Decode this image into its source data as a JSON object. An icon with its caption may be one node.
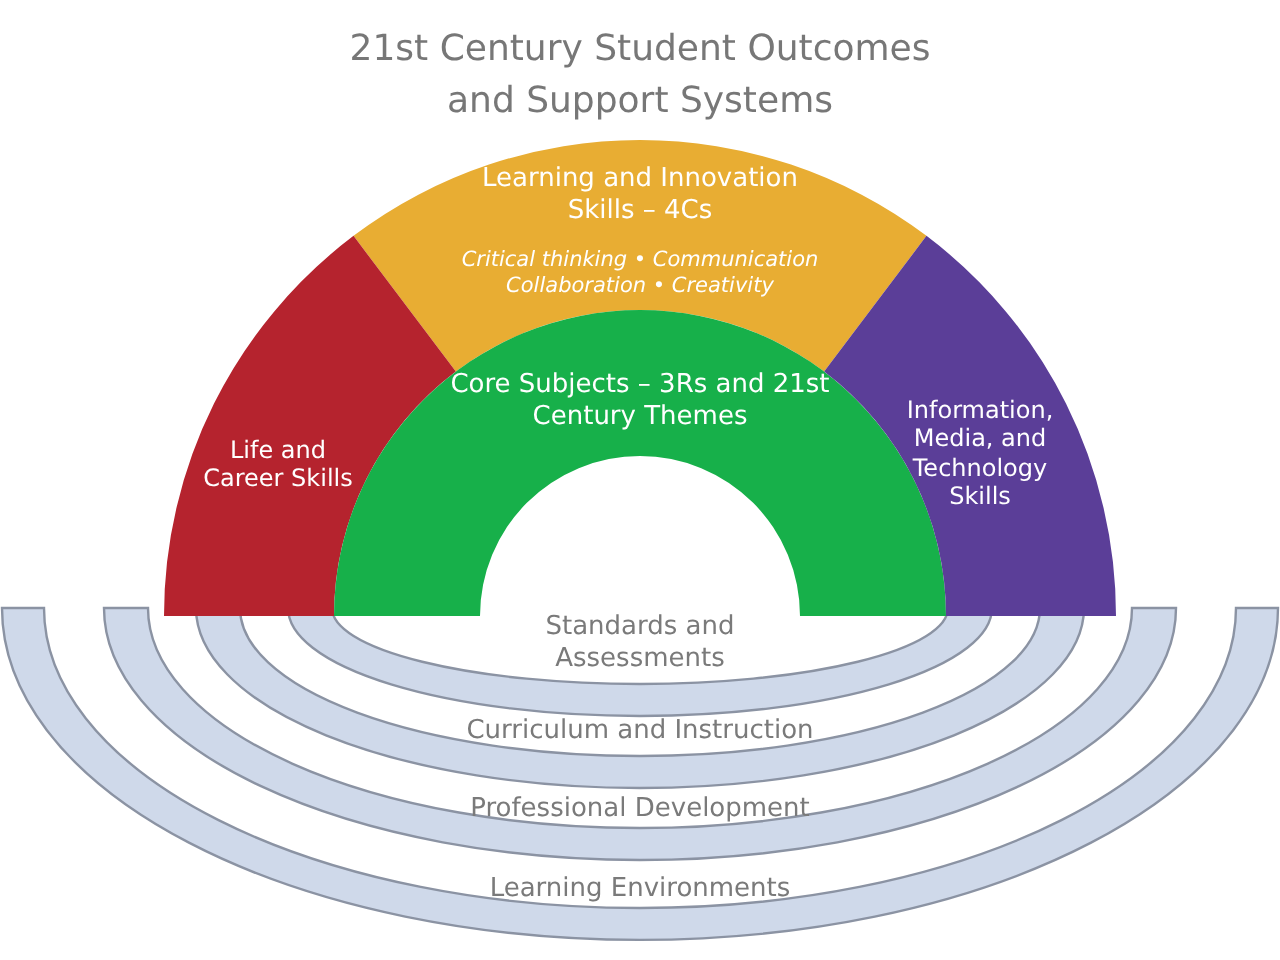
{
  "diagram": {
    "title": "21st Century Student Outcomes and Support Systems",
    "nodes": [
      {
        "text": [
          "Learning and Innovation Skills – 4Cs",
          "Critical thinking • Communication Collaboration • Creativity"
        ]
      },
      {
        "text": [
          "Life and Career Skills"
        ]
      },
      {
        "text": [
          "Core Subjects – 3Rs and 21st Century Themes"
        ]
      },
      {
        "text": [
          "Information, Media, and Technology Skills"
        ]
      },
      {
        "text": [
          "Standards and Assessments"
        ]
      },
      {
        "text": [
          "Curriculum and Instruction"
        ]
      },
      {
        "text": [
          "Professional Development"
        ]
      },
      {
        "text": [
          "Learning Environments"
        ]
      }
    ]
  }
}
